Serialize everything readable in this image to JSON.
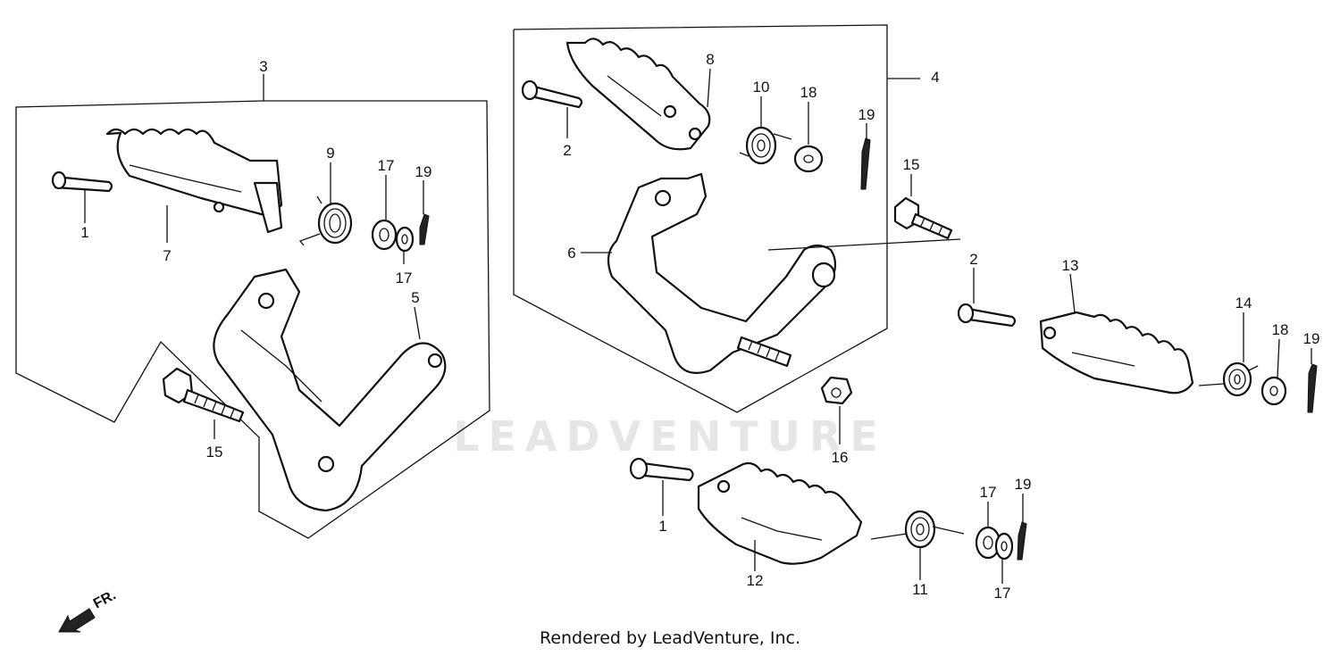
{
  "watermark": {
    "text": "LEADVENTURE"
  },
  "footer": {
    "credit": "Rendered by LeadVenture, Inc."
  },
  "direction_indicator": {
    "label": "FR."
  },
  "colors": {
    "line": "#111111",
    "background": "#ffffff",
    "watermark": "#e6e6e6"
  },
  "callouts": {
    "c1a": "1",
    "c1b": "1",
    "c2a": "2",
    "c2b": "2",
    "c3": "3",
    "c4": "4",
    "c5": "5",
    "c6": "6",
    "c7": "7",
    "c8": "8",
    "c9": "9",
    "c10": "10",
    "c11": "11",
    "c12": "12",
    "c13": "13",
    "c14": "14",
    "c15a": "15",
    "c15b": "15",
    "c16": "16",
    "c17a": "17",
    "c17b": "17",
    "c17c": "17",
    "c17d": "17",
    "c18a": "18",
    "c18b": "18",
    "c19a": "19",
    "c19b": "19",
    "c19c": "19",
    "c19d": "19"
  }
}
